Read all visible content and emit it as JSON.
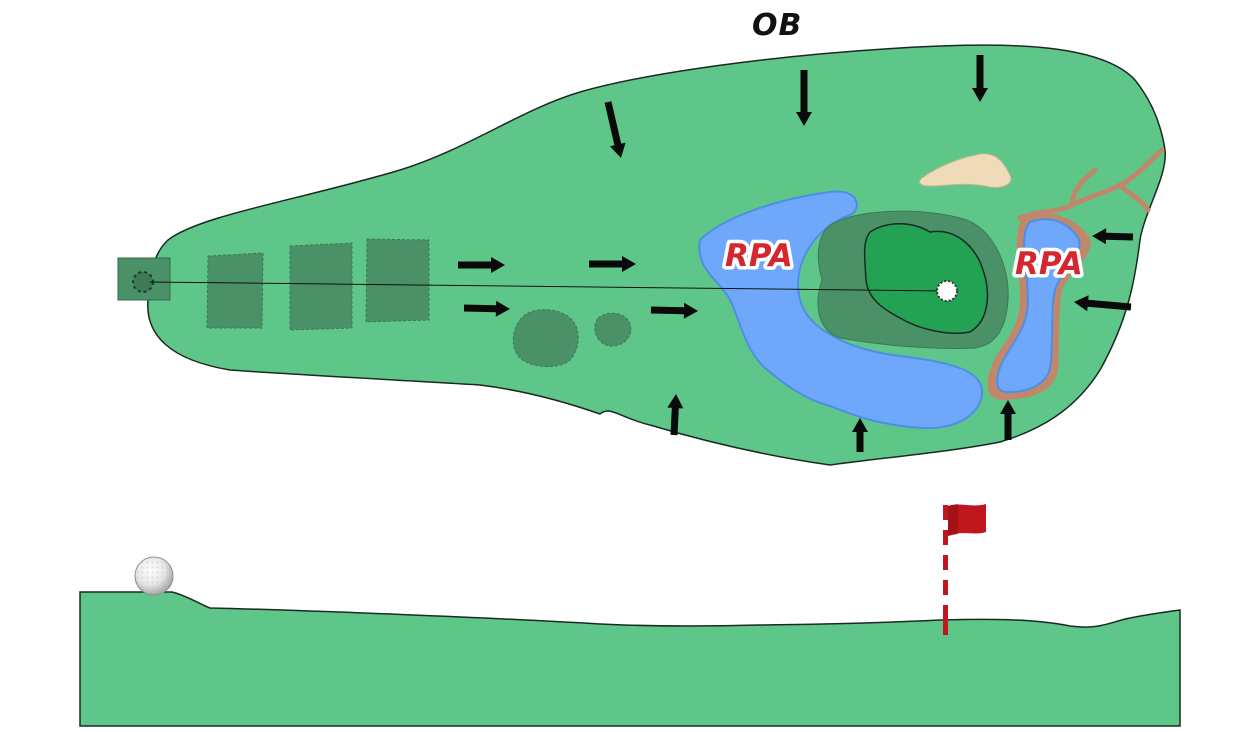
{
  "hole_map": {
    "boundary_label": "OB",
    "hazard_left_label": "RPA",
    "hazard_right_label": "RPA"
  },
  "colors": {
    "fairway": "#5fc68a",
    "rough_dark": "#4a9168",
    "green": "#24a254",
    "water": "#6fa8fb",
    "water_edge": "#4d8fe6",
    "bunker": "#efdbb7",
    "cart_path": "#c1876a",
    "hazard_text": "#d42730",
    "outline": "#1a2a20",
    "flag": "#c0161e",
    "arrow": "#0a0a0a"
  },
  "icons": {
    "tee": "tee-marker-icon",
    "cup": "cup-icon",
    "flag": "flag-icon",
    "ball": "golf-ball-icon",
    "arrow": "arrow-icon"
  }
}
